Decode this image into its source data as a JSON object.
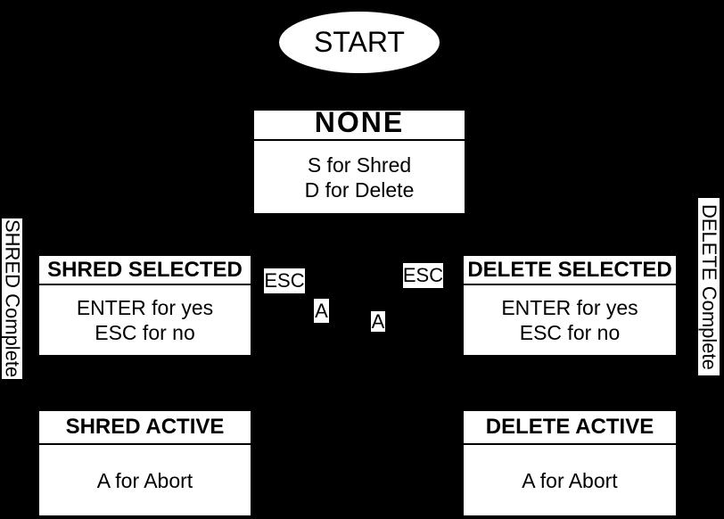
{
  "diagram": {
    "background": "#000000",
    "node_fill": "#ffffff",
    "text_color": "#000000"
  },
  "nodes": {
    "start": {
      "label": "START"
    },
    "none": {
      "title": "NONE",
      "line1": "S for Shred",
      "line2": "D for Delete"
    },
    "shred_selected": {
      "title": "SHRED SELECTED",
      "line1": "ENTER for yes",
      "line2": "ESC for no"
    },
    "delete_selected": {
      "title": "DELETE SELECTED",
      "line1": "ENTER for yes",
      "line2": "ESC for no"
    },
    "shred_active": {
      "title": "SHRED ACTIVE",
      "line1": "A for Abort"
    },
    "delete_active": {
      "title": "DELETE ACTIVE",
      "line1": "A for Abort"
    }
  },
  "edge_labels": {
    "esc_left": "ESC",
    "esc_right": "ESC",
    "abort_left": "A",
    "abort_right": "A"
  },
  "side_labels": {
    "shred_complete": "SHRED Complete",
    "delete_complete": "DELETE Complete"
  }
}
